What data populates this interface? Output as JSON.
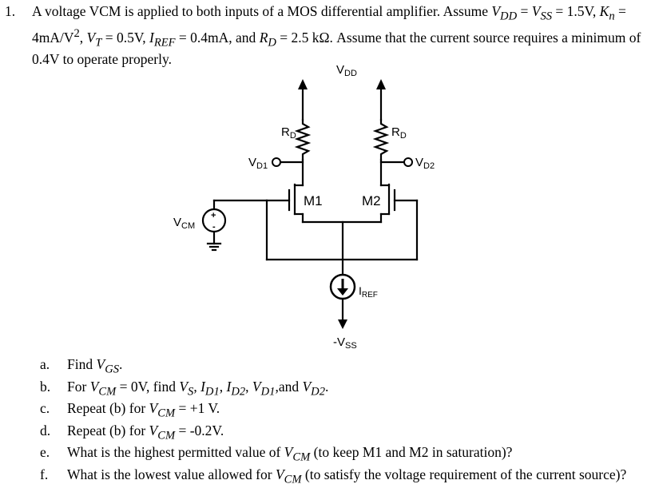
{
  "problem": {
    "number": "1.",
    "statement": {
      "t1": "A voltage VCM is applied to both inputs of a MOS differential amplifier.  Assume ",
      "vdd_sym": "V",
      "vdd_sub": "DD",
      "t2": " = ",
      "vss_sym": "V",
      "vss_sub": "SS",
      "t3": " = 1.5V, ",
      "kn_sym": "K",
      "kn_sub": "n",
      "t4": " = 4mA/V",
      "t4_sup": "2",
      "t5": ", ",
      "vt_sym": "V",
      "vt_sub": "T",
      "t6": " = 0.5V, ",
      "iref_sym": "I",
      "iref_sub": "REF",
      "t7": " = 0.4mA, and ",
      "rd_sym": "R",
      "rd_sub": "D",
      "t8": " = 2.5 kΩ.  Assume that the current source requires a minimum of 0.4V to operate properly."
    }
  },
  "circuit": {
    "vdd_label": "V",
    "vdd_sub": "DD",
    "rd_left_label": "R",
    "rd_left_sub": "D",
    "rd_right_label": "R",
    "rd_right_sub": "D",
    "vd1_label": "V",
    "vd1_sub": "D1",
    "vd2_label": "V",
    "vd2_sub": "D2",
    "m1_label": "M1",
    "m2_label": "M2",
    "vcm_label": "V",
    "vcm_sub": "CM",
    "iref_label": "I",
    "iref_sub": "REF",
    "vss_label": "-V",
    "vss_sub": "SS",
    "plus": "+",
    "minus": "-"
  },
  "parts": [
    {
      "letter": "a.",
      "text_a": "Find ",
      "sym": "V",
      "sub": "GS",
      "text_b": "."
    },
    {
      "letter": "b.",
      "text": "For VCM = 0V, find Vs, ID1, ID2, VD1,and VD2.",
      "pre": "For ",
      "vcm_s": "V",
      "vcm_sub": "CM",
      "mid": " = 0V, find ",
      "vs_s": "V",
      "vs_sub": "S",
      "c1": ", ",
      "id1_s": "I",
      "id1_sub": "D1",
      "c2": ", ",
      "id2_s": "I",
      "id2_sub": "D2",
      "c3": ", ",
      "vd1_s": "V",
      "vd1_sub": "D1",
      "c4": ",and ",
      "vd2_s": "V",
      "vd2_sub": "D2",
      "end": "."
    },
    {
      "letter": "c.",
      "pre": "Repeat (b) for ",
      "sym": "V",
      "sub": "CM",
      "post": " = +1 V."
    },
    {
      "letter": "d.",
      "pre": "Repeat (b) for ",
      "sym": "V",
      "sub": "CM",
      "post": " = -0.2V."
    },
    {
      "letter": "e.",
      "pre": "What is the highest permitted value of ",
      "sym": "V",
      "sub": "CM",
      "post": " (to keep M1 and M2 in saturation)?"
    },
    {
      "letter": "f.",
      "pre": "What is the lowest value allowed for ",
      "sym": "V",
      "sub": "CM",
      "post": " (to satisfy the voltage requirement of the current source)?"
    }
  ]
}
